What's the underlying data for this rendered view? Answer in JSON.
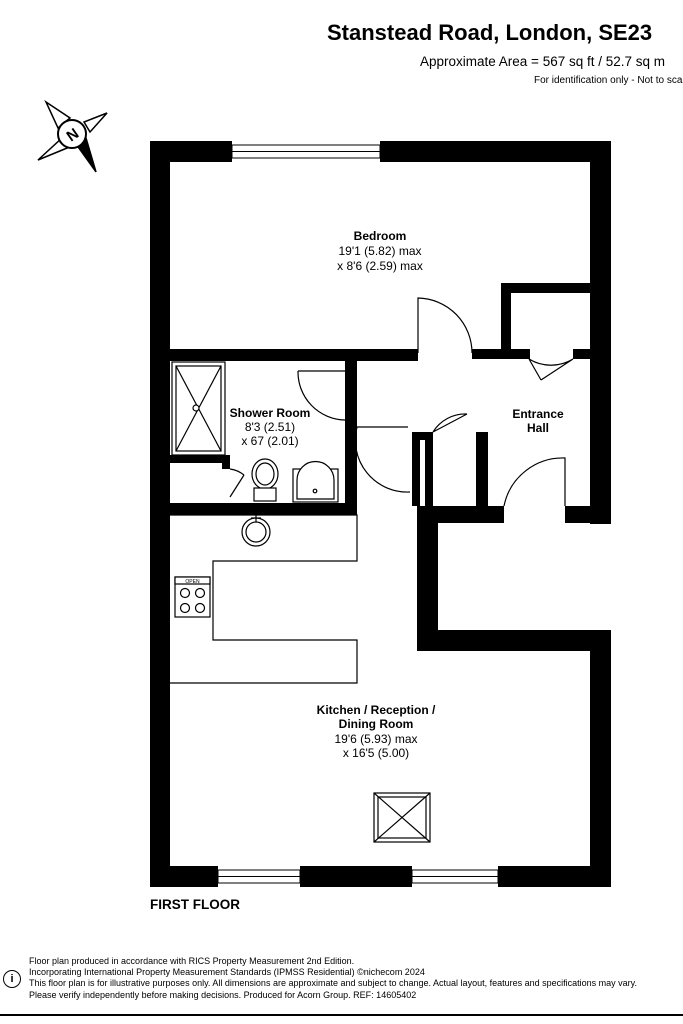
{
  "header": {
    "title": "Stanstead Road, London, SE23",
    "area": "Approximate Area = 567 sq ft / 52.7 sq m",
    "identification": "For identification only - Not to scale"
  },
  "compass": {
    "letter": "N",
    "icon": "north-compass-icon"
  },
  "rooms": {
    "bedroom": {
      "name": "Bedroom",
      "dim1": "19'1 (5.82) max",
      "dim2": "x 8'6 (2.59) max"
    },
    "shower": {
      "name": "Shower Room",
      "dim1": "8'3 (2.51)",
      "dim2": "x 67 (2.01)"
    },
    "hall": {
      "name1": "Entrance",
      "name2": "Hall"
    },
    "kitchen": {
      "name1": "Kitchen / Reception /",
      "name2": "Dining Room",
      "dim1": "19'6 (5.93) max",
      "dim2": "x 16'5 (5.00)"
    }
  },
  "appliance": {
    "oven_label": "OPEN"
  },
  "floor_label": "FIRST FLOOR",
  "footer": {
    "line1": "Floor plan produced in accordance with RICS Property Measurement 2nd Edition.",
    "line2": "Incorporating International Property Measurement Standards (IPMSS Residential)   ©nichecom 2024",
    "line3": "This floor plan is for illustrative purposes only. All dimensions are approximate and subject to change. Actual layout, features and specifications may vary.",
    "line4": "Please verify independently before making decisions. Produced for Acorn Group.   REF: 14605402",
    "symbol": "i"
  }
}
